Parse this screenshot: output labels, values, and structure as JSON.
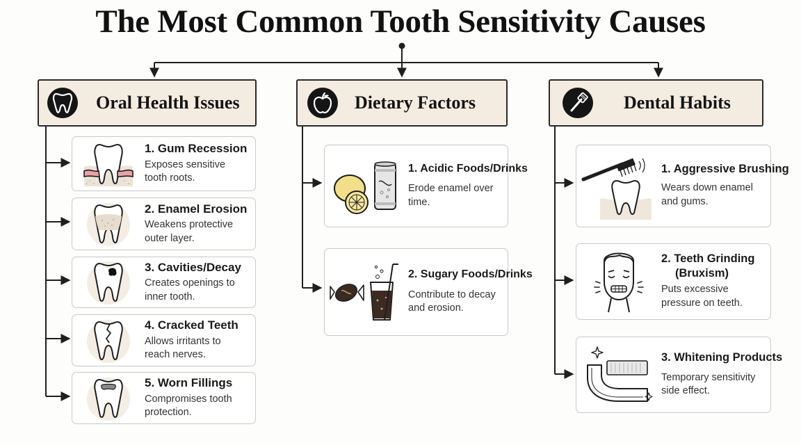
{
  "title": "The Most Common Tooth Sensitivity Causes",
  "colors": {
    "header_bg": "#f4ece1",
    "line": "#1f1f1f",
    "card_border": "#c9c9c9",
    "gum_pink": "#e8a3a6",
    "enamel_beige": "#efe7dc"
  },
  "categories": [
    {
      "label": "Oral Health Issues",
      "icon": "tooth-icon",
      "items": [
        {
          "title": "1. Gum Recession",
          "desc": "Exposes sensitive tooth roots.",
          "icon": "gum-recession-icon"
        },
        {
          "title": "2. Enamel Erosion",
          "desc": "Weakens protective outer layer.",
          "icon": "enamel-erosion-icon"
        },
        {
          "title": "3. Cavities/Decay",
          "desc": "Creates openings to inner tooth.",
          "icon": "cavity-icon"
        },
        {
          "title": "4. Cracked Teeth",
          "desc": "Allows irritants to reach nerves.",
          "icon": "cracked-tooth-icon"
        },
        {
          "title": "5. Worn Fillings",
          "desc": "Compromises tooth protection.",
          "icon": "worn-filling-icon"
        }
      ]
    },
    {
      "label": "Dietary Factors",
      "icon": "apple-icon",
      "items": [
        {
          "title": "1. Acidic Foods/Drinks",
          "desc": "Erode enamel over time.",
          "icon": "lemon-soda-can-icon"
        },
        {
          "title": "2. Sugary Foods/Drinks",
          "desc": "Contribute to decay and erosion.",
          "icon": "candy-soda-glass-icon"
        }
      ]
    },
    {
      "label": "Dental Habits",
      "icon": "toothbrush-icon",
      "items": [
        {
          "title": "1. Aggressive Brushing",
          "desc": "Wears down enamel and gums.",
          "icon": "brushing-tooth-icon"
        },
        {
          "title": "2. Teeth Grinding",
          "title2": "(Bruxism)",
          "desc": "Puts excessive pressure on teeth.",
          "icon": "grinding-face-icon"
        },
        {
          "title": "3. Whitening Products",
          "desc": "Temporary sensitivity side effect.",
          "icon": "whitening-tray-icon"
        }
      ]
    }
  ]
}
